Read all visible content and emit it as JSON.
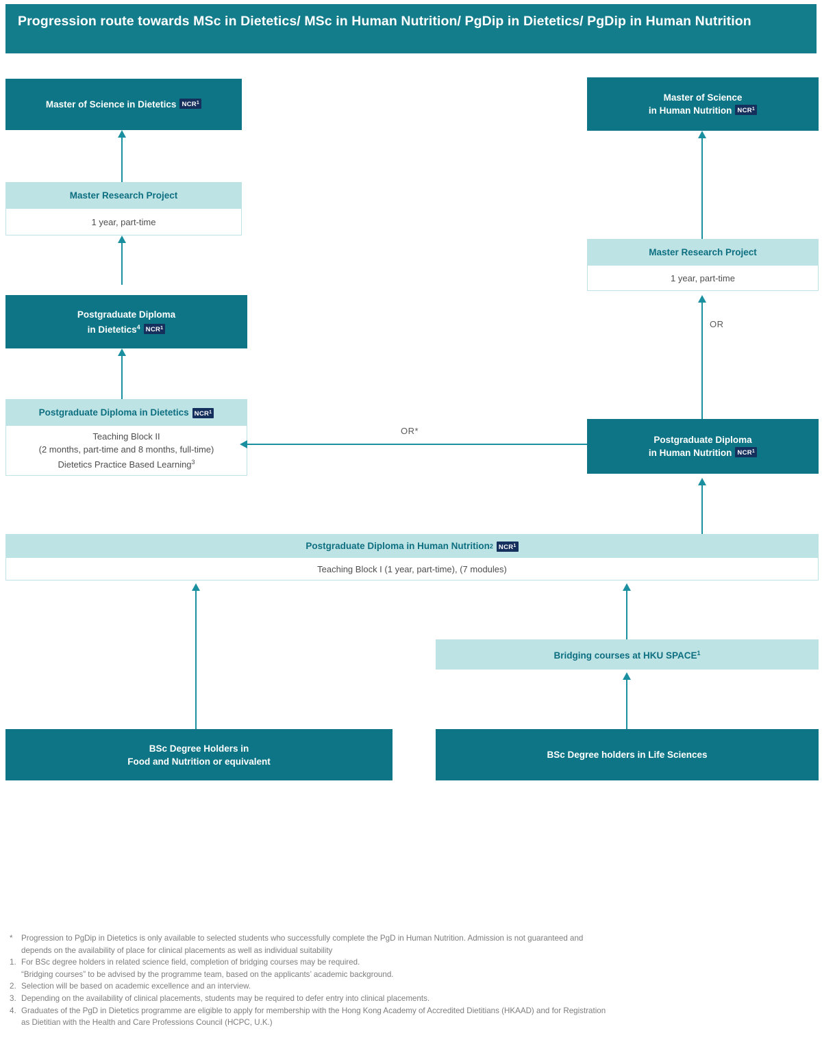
{
  "title": "Progression route towards MSc in Dietetics/ MSc in Human Nutrition/ PgDip in Dietetics/ PgDip in Human Nutrition",
  "badge": {
    "label": "NCR",
    "sup": "1"
  },
  "nodes": {
    "msc_dietetics": {
      "line1": "Master of Science in Dietetics"
    },
    "msc_human_nutrition": {
      "line1": "Master of Science",
      "line2": "in Human Nutrition"
    },
    "mrp_left": {
      "header": "Master Research Project",
      "body": "1 year, part-time"
    },
    "mrp_right": {
      "header": "Master Research Project",
      "body": "1 year, part-time"
    },
    "pgdip_dietetics_solid": {
      "line1": "Postgraduate Diploma",
      "line2": "in Dietetics",
      "sup": "4"
    },
    "pgdip_dietetics_split": {
      "header": "Postgraduate Diploma in Dietetics",
      "body_line1": "Teaching Block II",
      "body_line2": "(2 months, part-time and 8 months, full-time)",
      "body_line3": "Dietetics Practice Based Learning",
      "body_line3_sup": "3"
    },
    "pgdip_hn_solid": {
      "line1": "Postgraduate Diploma",
      "line2": "in Human Nutrition"
    },
    "pgdip_hn_split": {
      "header": "Postgraduate Diploma in Human Nutrition",
      "header_sup": "2",
      "body": "Teaching Block I (1 year, part-time), (7 modules)"
    },
    "bridging": {
      "label": "Bridging courses at HKU SPACE",
      "sup": "1"
    },
    "bsc_food": {
      "line1": "BSc Degree Holders in",
      "line2": "Food and Nutrition or equivalent"
    },
    "bsc_life": {
      "line1": "BSc Degree holders in Life Sciences"
    }
  },
  "connectors": {
    "or_right": "OR",
    "or_cross": "OR*"
  },
  "footnotes": [
    {
      "mark": "*",
      "text": "Progression to PgDip in Dietetics is only available to selected students who successfully complete the PgD in Human Nutrition. Admission is not guaranteed and",
      "cont": "depends on the availability of place for clinical placements as well as individual suitability"
    },
    {
      "mark": "1.",
      "text": "For BSc degree holders in related science field, completion of bridging courses may be required.",
      "cont": "“Bridging courses” to be advised by the programme team, based on the applicants’ academic background."
    },
    {
      "mark": "2.",
      "text": "Selection will be based on academic excellence and an interview.",
      "cont": ""
    },
    {
      "mark": "3.",
      "text": "Depending on the availability of clinical placements, students may be required to defer entry into clinical placements.",
      "cont": ""
    },
    {
      "mark": "4.",
      "text": "Graduates of the PgD in Dietetics programme are eligible to apply for membership with the Hong Kong Academy of Accredited Dietitians (HKAAD) and for Registration",
      "cont": "as Dietitian with the Health and Care Professions Council (HCPC, U.K.)"
    }
  ],
  "colors": {
    "teal_dark": "#0d7585",
    "teal_title": "#147d8c",
    "teal_light": "#bde3e5",
    "line": "#1a8fa0",
    "badge_navy": "#16305e"
  }
}
